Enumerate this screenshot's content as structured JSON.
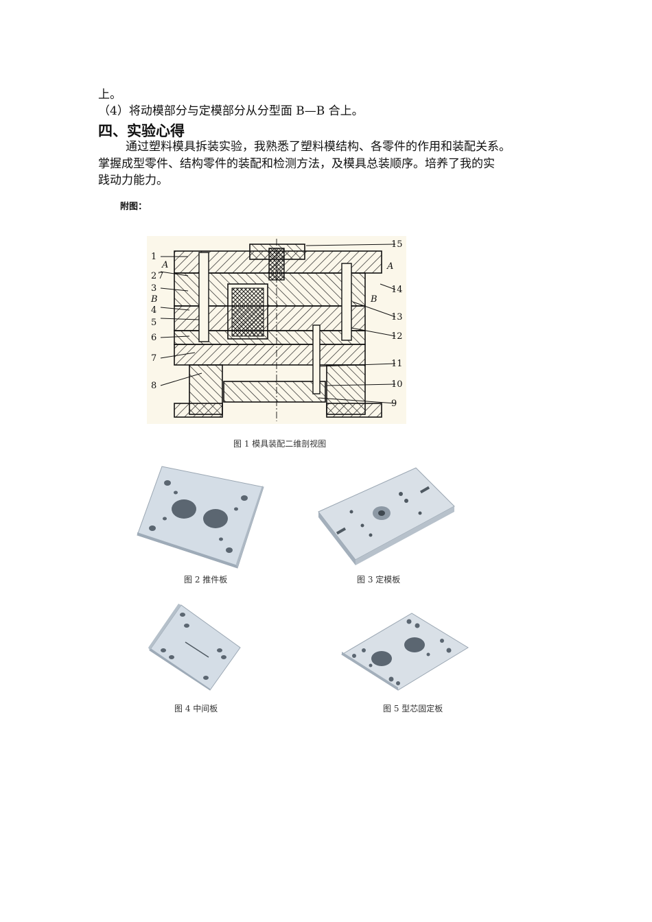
{
  "text": {
    "line1": "上。",
    "line2": "（4）将动模部分与定模部分从分型面 B—B 合上。",
    "heading": "四、实验心得",
    "para1": "通过塑料模具拆装实验，我熟悉了塑料模结构、各零件的作用和装配关系。",
    "para2": "掌握成型零件、结构零件的装配和检测方法，及模具总装顺序。培养了我的实",
    "para3": "践动力能力。",
    "appendix": "附图："
  },
  "figures": {
    "fig1": {
      "caption": "图 1  模具装配二维剖视图",
      "labels_left": [
        "1",
        "A",
        "2",
        "7",
        "3",
        "B",
        "4",
        "5",
        "6",
        "7",
        "8"
      ],
      "labels_right": [
        "15",
        "A",
        "14",
        "B",
        "13",
        "12",
        "11",
        "10",
        "9"
      ]
    },
    "fig2": {
      "caption": "图 2  推件板"
    },
    "fig3": {
      "caption": "图 3  定模板"
    },
    "fig4": {
      "caption": "图 4  中间板"
    },
    "fig5": {
      "caption": "图 5  型芯固定板"
    }
  }
}
